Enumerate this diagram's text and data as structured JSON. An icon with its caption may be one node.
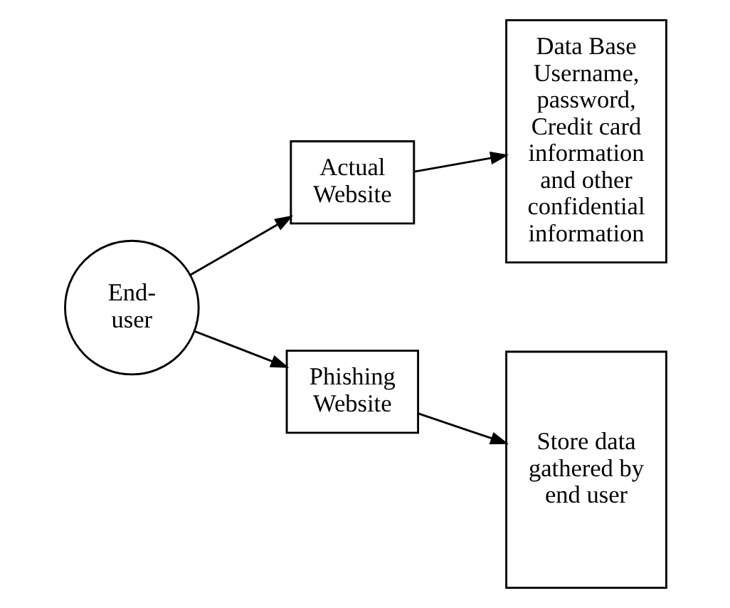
{
  "diagram": {
    "nodes": [
      {
        "text": [
          "End-user"
        ]
      },
      {
        "text": [
          "Actual Website"
        ]
      },
      {
        "text": [
          "Data Base Username, password, Credit card information and other confidential information"
        ]
      },
      {
        "text": [
          "Phishing Website"
        ]
      },
      {
        "text": [
          "Store data gathered by end user"
        ]
      }
    ],
    "edges": [
      {
        "from": 0,
        "to": 1,
        "arrow": "to"
      },
      {
        "from": 1,
        "to": 2,
        "arrow": "to"
      },
      {
        "from": 0,
        "to": 3,
        "arrow": "to"
      },
      {
        "from": 3,
        "to": 4,
        "arrow": "to"
      }
    ]
  }
}
